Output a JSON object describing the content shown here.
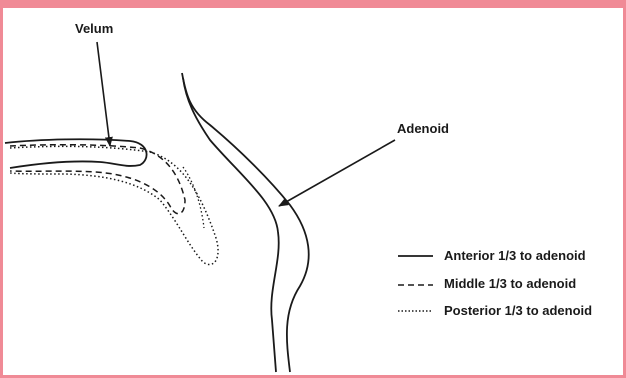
{
  "labels": {
    "velum": "Velum",
    "adenoid": "Adenoid"
  },
  "legend": [
    {
      "style": "solid",
      "label": "Anterior 1/3 to adenoid"
    },
    {
      "style": "dashed",
      "label": "Middle 1/3 to adenoid"
    },
    {
      "style": "dotted",
      "label": "Posterior 1/3 to adenoid"
    }
  ],
  "colors": {
    "frame": "#f08a96",
    "lines": "#1a1a1a"
  }
}
